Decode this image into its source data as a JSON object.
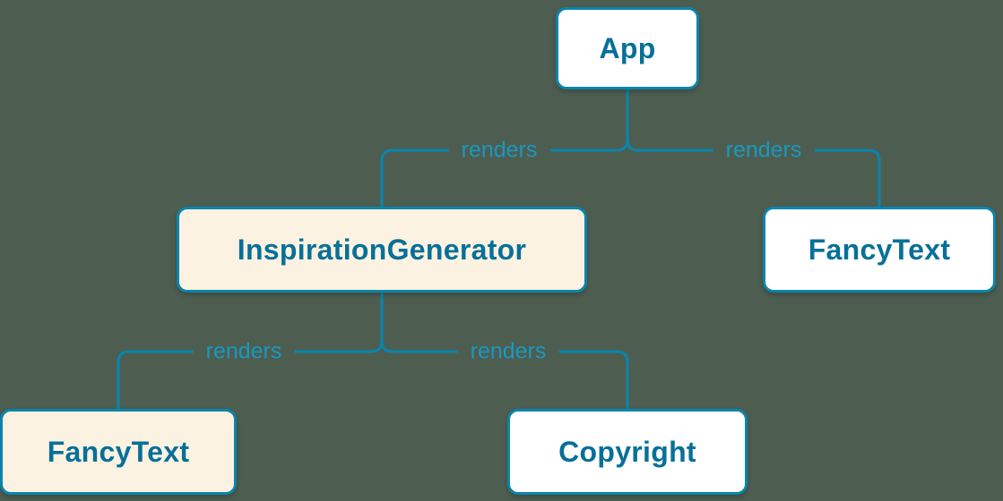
{
  "diagram": {
    "colors": {
      "background": "#4d5e51",
      "accent": "#0a85ad",
      "node_text": "#077099",
      "edge_text": "#1b97be",
      "node_fill_default": "#ffffff",
      "node_fill_highlight": "#fcf2e1"
    },
    "nodes": {
      "app": {
        "label": "App",
        "fill": "white"
      },
      "inspiration_generator": {
        "label": "InspirationGenerator",
        "fill": "cream"
      },
      "fancy_text_top": {
        "label": "FancyText",
        "fill": "white"
      },
      "fancy_text_bottom": {
        "label": "FancyText",
        "fill": "cream"
      },
      "copyright": {
        "label": "Copyright",
        "fill": "white"
      }
    },
    "edges": {
      "app_to_inspiration_generator": {
        "label": "renders"
      },
      "app_to_fancy_text": {
        "label": "renders"
      },
      "inspiration_generator_to_fancy_text": {
        "label": "renders"
      },
      "inspiration_generator_to_copyright": {
        "label": "renders"
      }
    }
  }
}
